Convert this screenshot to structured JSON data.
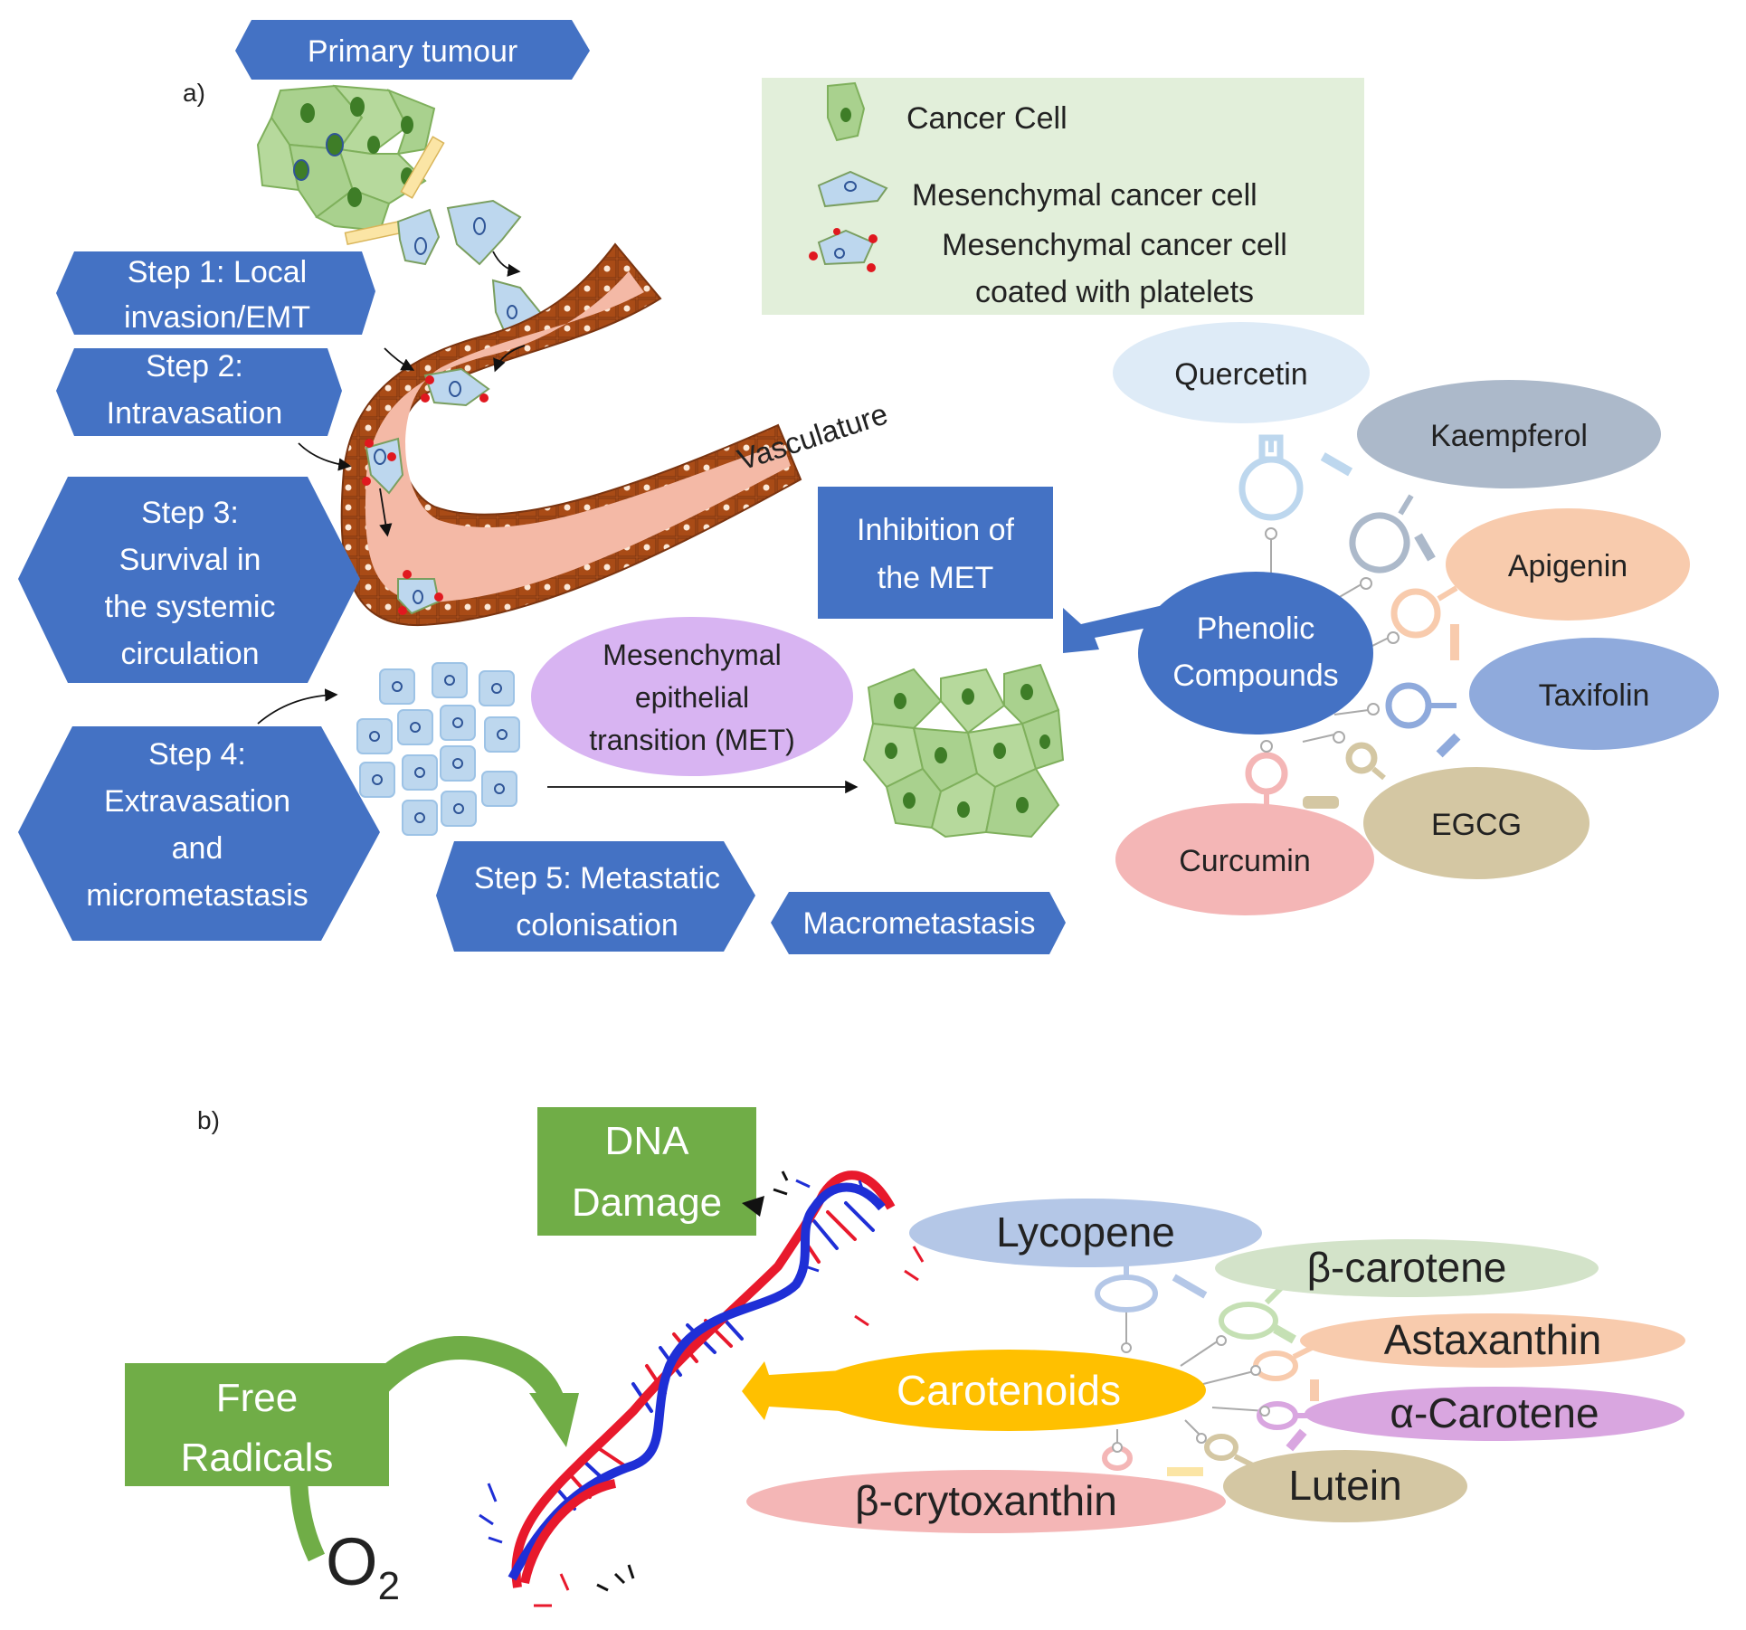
{
  "panel_a": {
    "label": "a)",
    "primary_tumour": "Primary tumour",
    "steps": {
      "step1": [
        "Step 1: Local",
        "invasion/EMT"
      ],
      "step2": [
        "Step 2:",
        "Intravasation"
      ],
      "step3": [
        "Step 3:",
        "Survival in",
        "the systemic",
        "circulation"
      ],
      "step4": [
        "Step 4:",
        "Extravasation",
        "and",
        "micrometastasis"
      ],
      "step5": [
        "Step 5: Metastatic",
        "colonisation"
      ]
    },
    "vasculature": "Vasculature",
    "macrometastasis": "Macrometastasis",
    "met_bubble": [
      "Mesenchymal",
      "epithelial",
      "transition (MET)"
    ],
    "inhibition": [
      "Inhibition of",
      "the MET"
    ],
    "legend": {
      "cancer_cell": "Cancer Cell",
      "mesenchymal": "Mesenchymal cancer cell",
      "platelets": [
        "Mesenchymal cancer cell",
        "coated with platelets"
      ]
    },
    "hub": [
      "Phenolic",
      "Compounds"
    ],
    "compounds": [
      "Quercetin",
      "Kaempferol",
      "Apigenin",
      "Taxifolin",
      "EGCG",
      "Curcumin"
    ]
  },
  "panel_b": {
    "label": "b)",
    "dna_damage": [
      "DNA",
      "Damage"
    ],
    "free_radicals": [
      "Free",
      "Radicals"
    ],
    "o2_main": "O",
    "o2_sub": "2",
    "hub": "Carotenoids",
    "carotenoids": [
      "Lycopene",
      "β-carotene",
      "Astaxanthin",
      "α-Carotene",
      "Lutein",
      "β-crytoxanthin"
    ]
  },
  "colors": {
    "blue_box": "#4472c4",
    "green_box": "#70ad47",
    "legend_bg": "#e2efda",
    "vessel_wall": "#b5541d",
    "vessel_lumen": "#f4b9a6",
    "carotenoid_hub": "#ffc000",
    "met_bubble": "#d8b4f2",
    "dna_blue": "#1f2fd6",
    "dna_red": "#e8192c"
  }
}
